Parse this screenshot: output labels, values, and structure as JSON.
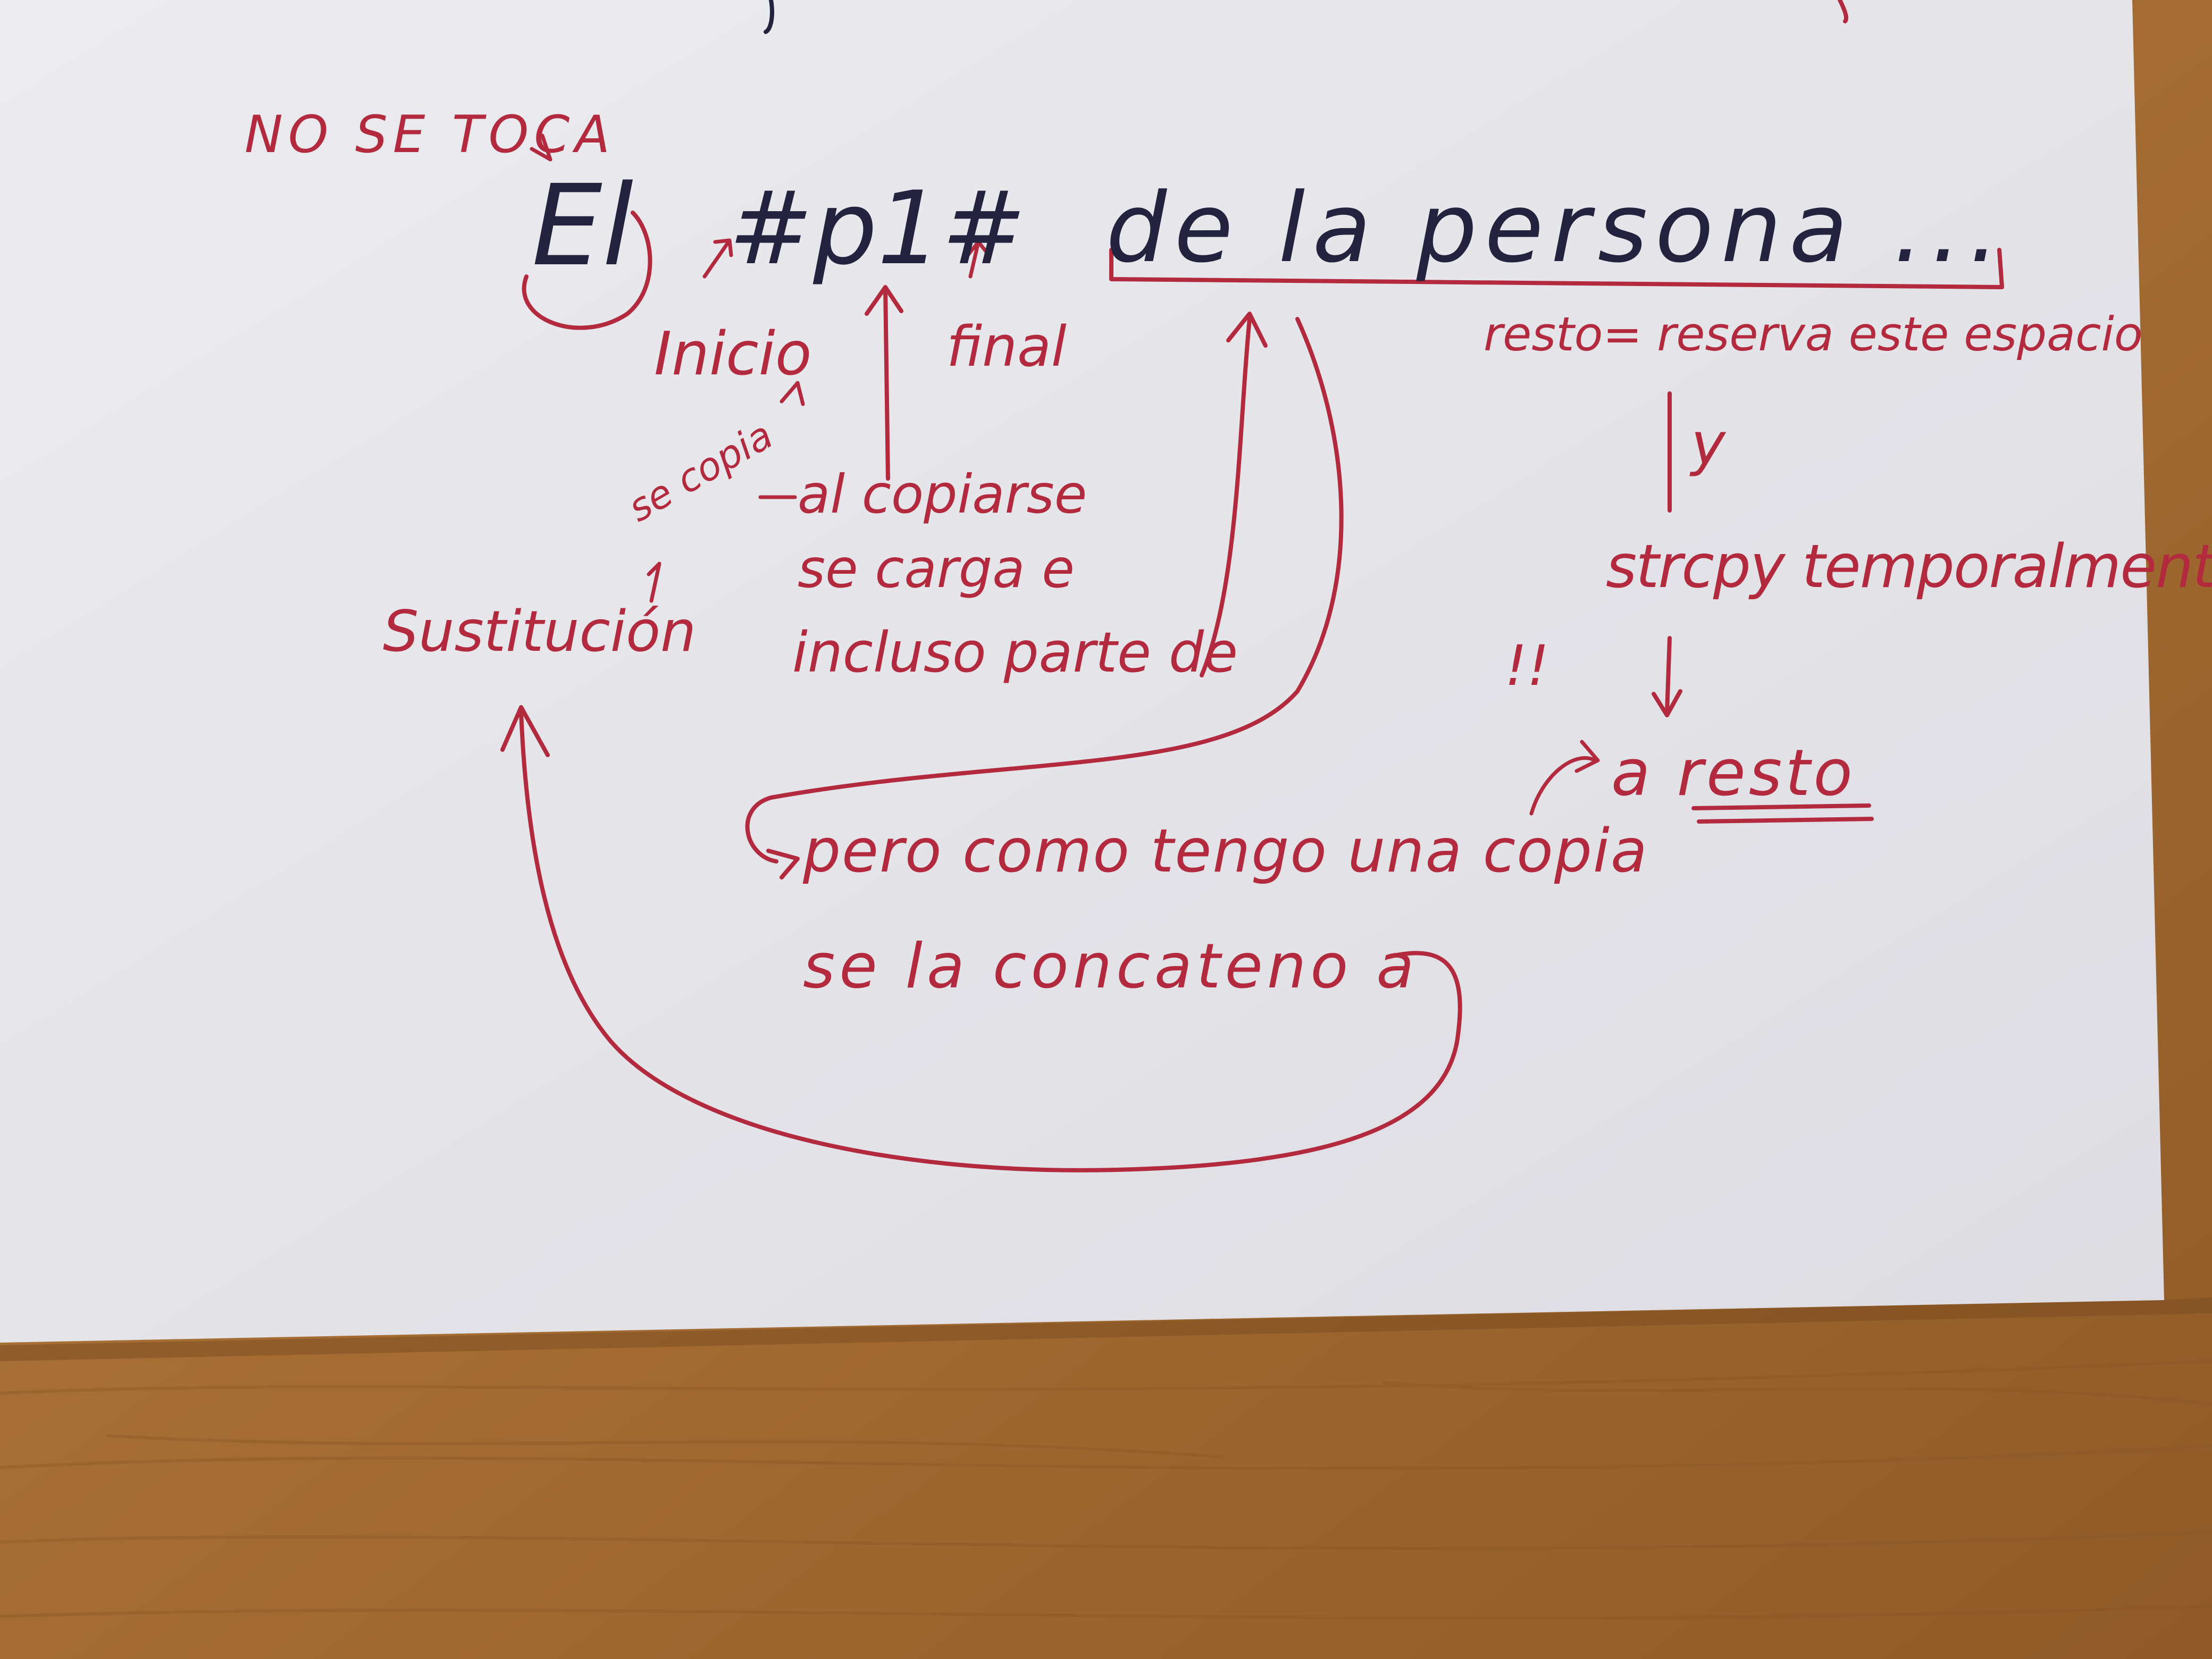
{
  "colors": {
    "paper": "#e9e9ed",
    "paper_shadow": "#cfcfd6",
    "desk": "#a8733a",
    "desk_grain": "#8a5524",
    "red_ink": "#b32a3e",
    "blue_ink": "#23233f"
  },
  "note": {
    "no_se_toca": "NO SE TOCA",
    "main_el": "El",
    "main_p1": "#p1#",
    "main_rest": "de la persona ...",
    "inicio": "Inicio",
    "final": "final",
    "resto_reserva": "resto= reserva este espacio",
    "y": "y",
    "strcpy": "strcpy temporalmente",
    "exclaim": "!!",
    "a_resto": "a resto",
    "se_copia": "se copia",
    "al_copiarse": "al copiarse",
    "se_carga": "se carga e",
    "incluso_parte": "incluso parte de",
    "sustitucion": "Sustitución",
    "pero_como": "pero como tengo una copia",
    "se_la_concateno": "se la concateno a"
  }
}
